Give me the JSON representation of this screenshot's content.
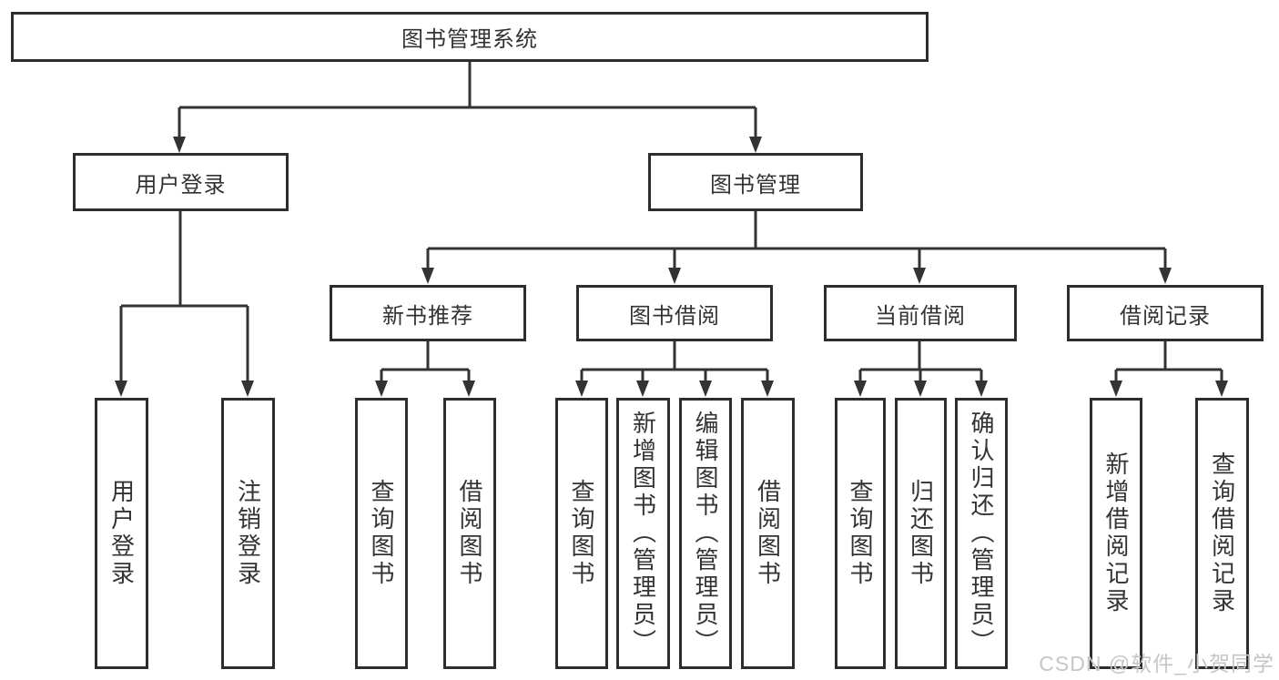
{
  "nodes": {
    "root": "图书管理系统",
    "level2": {
      "user_login": "用户登录",
      "book_mgmt": "图书管理"
    },
    "level3": {
      "new_book": "新书推荐",
      "book_borrow": "图书借阅",
      "current_borrow": "当前借阅",
      "borrow_record": "借阅记录"
    },
    "leaves": {
      "user_login": "用户登录",
      "logout": "注销登录",
      "nb_query": "查询图书",
      "nb_borrow": "借阅图书",
      "bb_query": "查询图书",
      "bb_add": "新增图书（管理员）",
      "bb_edit": "编辑图书（管理员）",
      "bb_borrow": "借阅图书",
      "cb_query": "查询图书",
      "cb_return": "归还图书",
      "cb_confirm": "确认归还（管理员）",
      "br_add": "新增借阅记录",
      "br_query": "查询借阅记录"
    }
  },
  "watermark": "CSDN @软件_小贺同学",
  "colors": {
    "line": "#333333",
    "text": "#333333",
    "watermark": "#c6c6c6",
    "background": "#ffffff"
  }
}
